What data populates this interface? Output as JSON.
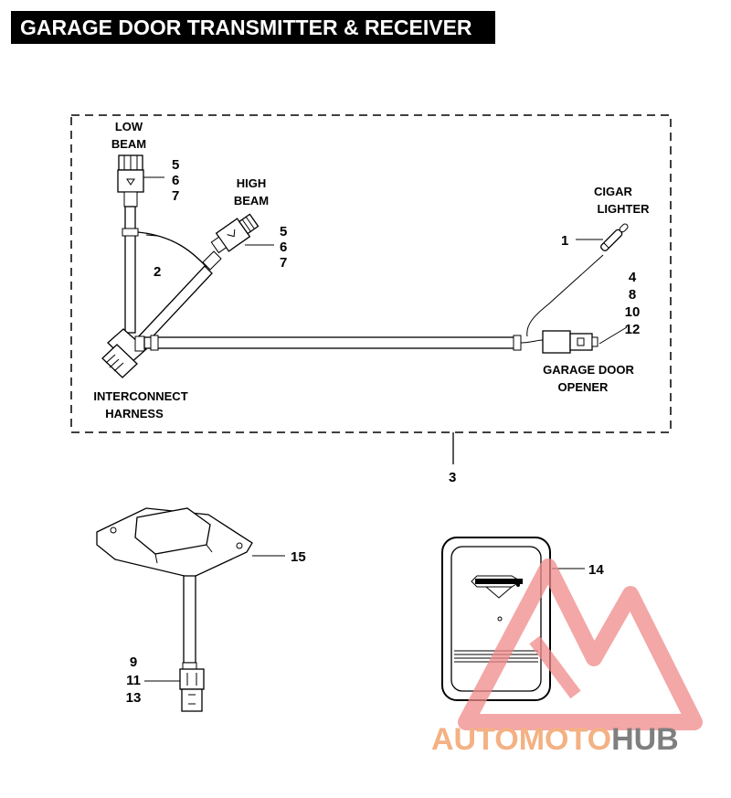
{
  "title": "GARAGE DOOR TRANSMITTER & RECEIVER",
  "labels": {
    "low_beam_line1": "LOW",
    "low_beam_line2": "BEAM",
    "high_beam_line1": "HIGH",
    "high_beam_line2": "BEAM",
    "cigar_line1": "CIGAR",
    "cigar_line2": "LIGHTER",
    "interconnect_line1": "INTERCONNECT",
    "interconnect_line2": "HARNESS",
    "opener_line1": "GARAGE DOOR",
    "opener_line2": "OPENER"
  },
  "callouts": {
    "low_beam": [
      "5",
      "6",
      "7"
    ],
    "high_beam": [
      "5",
      "6",
      "7"
    ],
    "cigar": "1",
    "harness_branch": "2",
    "kit": "3",
    "opener": [
      "4",
      "8",
      "10",
      "12"
    ],
    "receiver": "15",
    "receiver_connector": [
      "9",
      "11",
      "13"
    ],
    "transmitter": "14"
  },
  "watermark": {
    "part1": "AUTOMOTO",
    "part2": "HUB",
    "color_primary": "#f4b183",
    "color_secondary": "#7f7f7f",
    "triangle_color": "#ef8a8a"
  }
}
